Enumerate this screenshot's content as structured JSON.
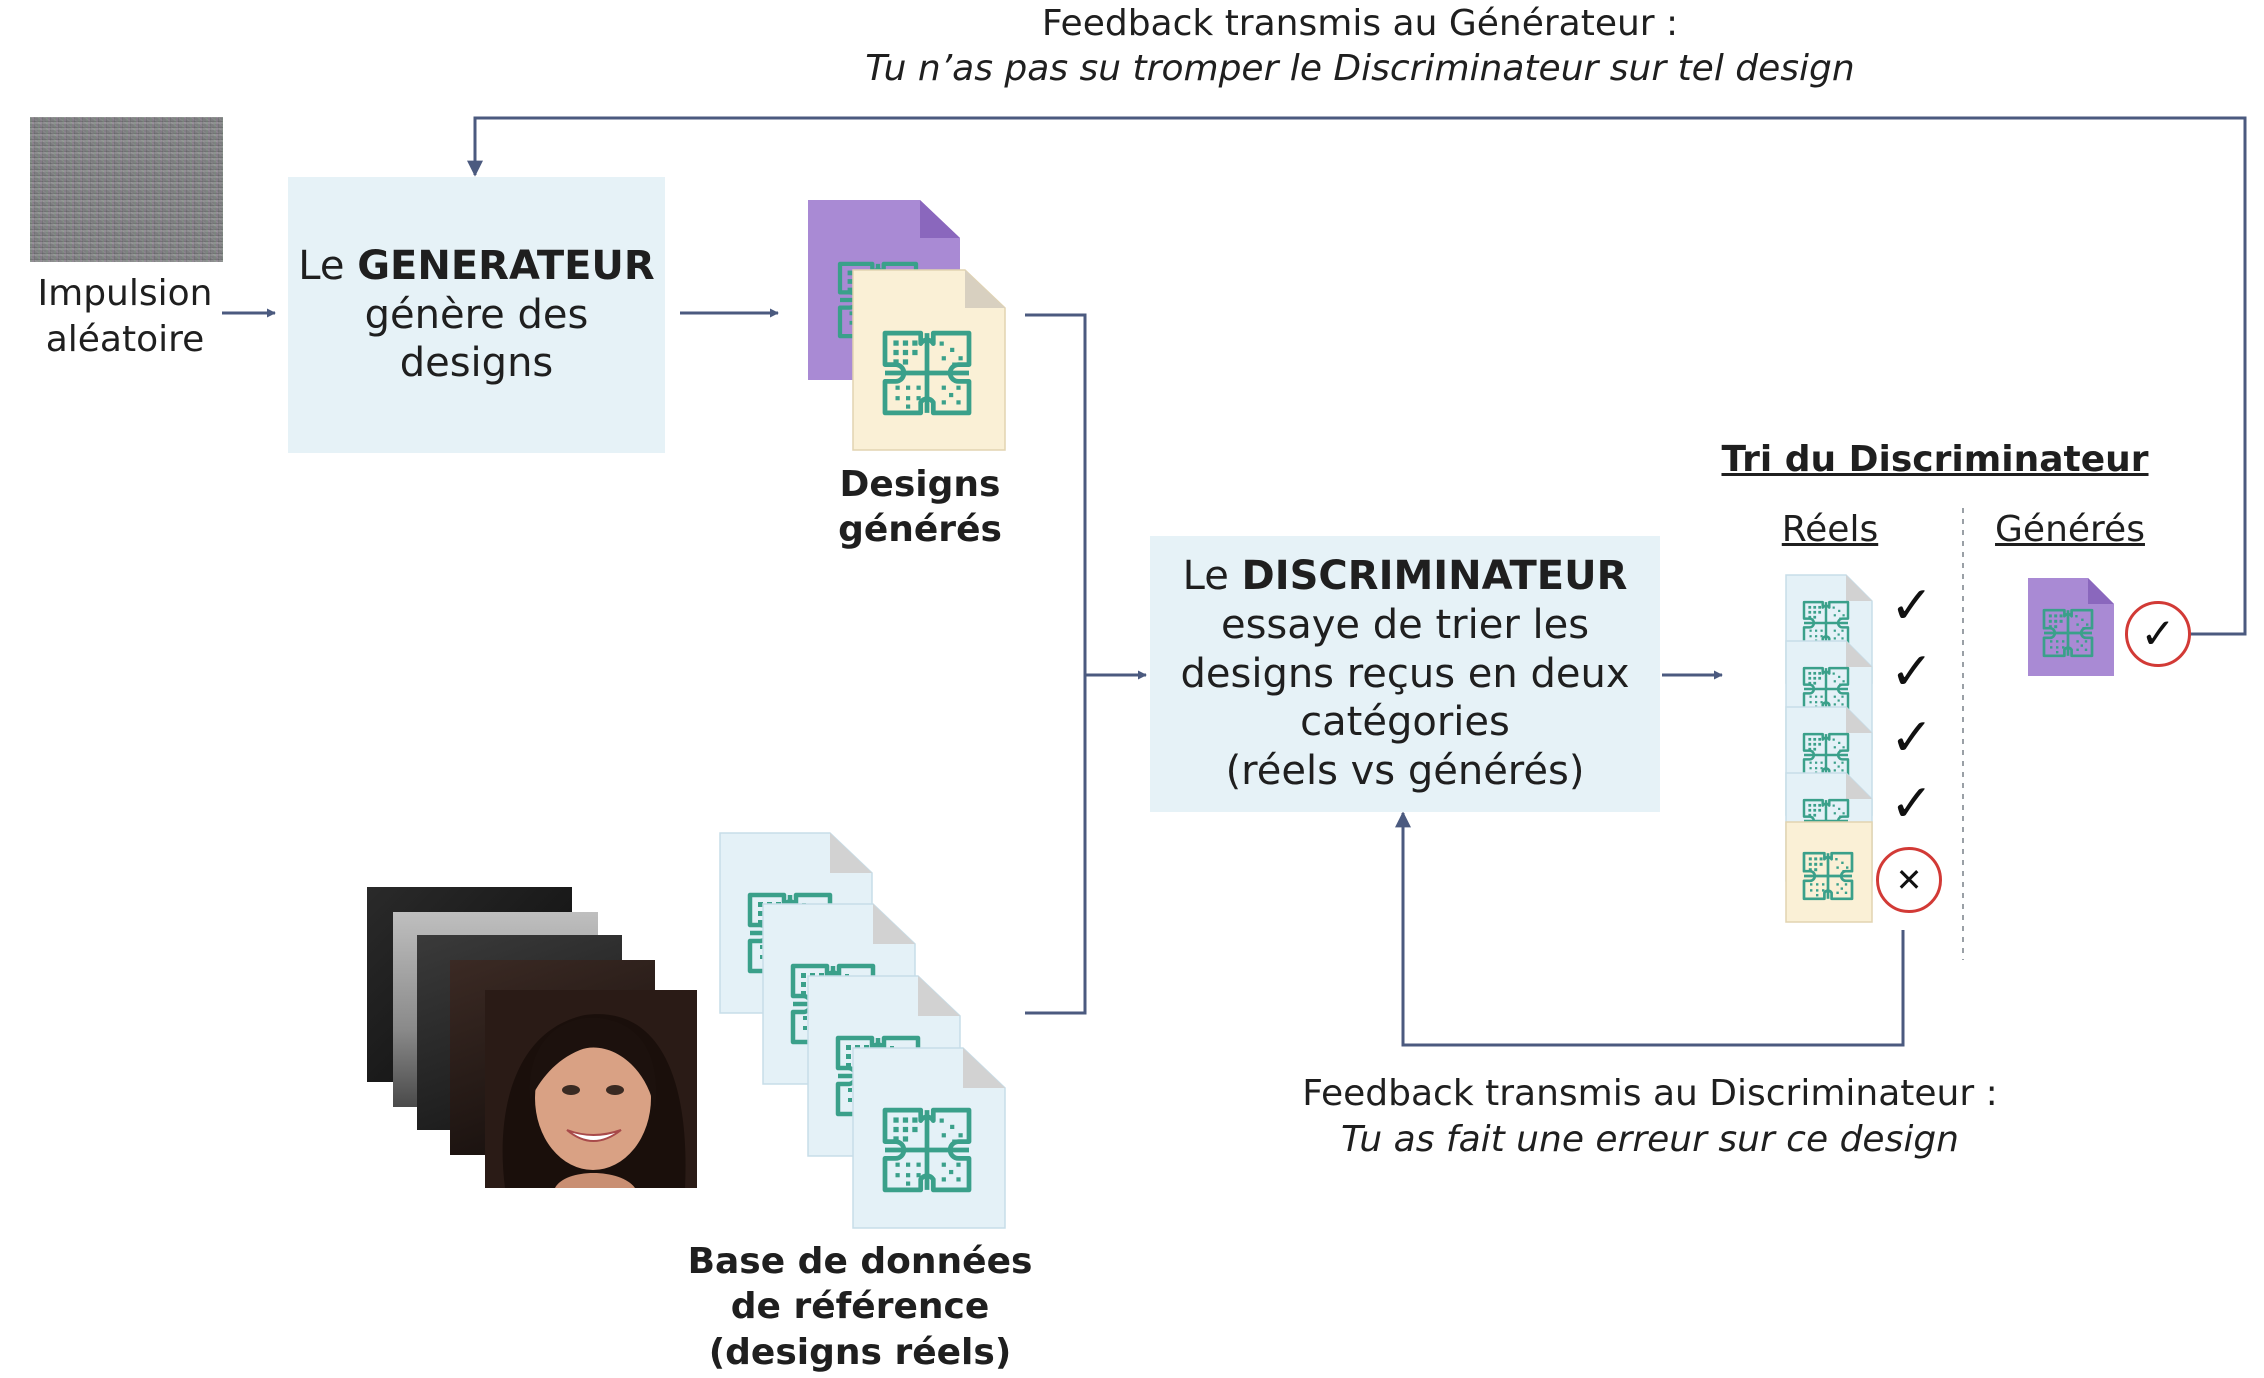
{
  "feedback_generator": {
    "title": "Feedback transmis au Générateur :",
    "message": "Tu n’as pas su tromper le Discriminateur sur tel design"
  },
  "input": {
    "line1": "Impulsion",
    "line2": "aléatoire"
  },
  "generator": {
    "prefix": "Le ",
    "name": "GENERATEUR",
    "line2": "génère des",
    "line3": "designs"
  },
  "generated_designs": {
    "line1": "Designs",
    "line2": "générés"
  },
  "reference_db": {
    "line1": "Base de données",
    "line2": "de référence",
    "line3": "(designs réels)"
  },
  "discriminator": {
    "prefix": "Le ",
    "name": "DISCRIMINATEUR",
    "line2": "essaye de trier les",
    "line3": "designs reçus en deux",
    "line4": "catégories",
    "line5": "(réels vs générés)"
  },
  "sorting": {
    "title": "Tri du Discriminateur",
    "real_header": "Réels",
    "generated_header": "Générés",
    "check_glyph": "✓",
    "cross_glyph": "✕"
  },
  "feedback_discriminator": {
    "title": "Feedback transmis au Discriminateur :",
    "message": "Tu as fait une erreur sur ce design"
  },
  "colors": {
    "box": "#e6f2f7",
    "arrow": "#4b5a7f",
    "purple_doc": "#a98ad4",
    "cream_doc": "#faf0d6",
    "blue_doc": "#e4f1f7",
    "puzzle": "#3aa08a",
    "error_ring": "#d23a36"
  }
}
